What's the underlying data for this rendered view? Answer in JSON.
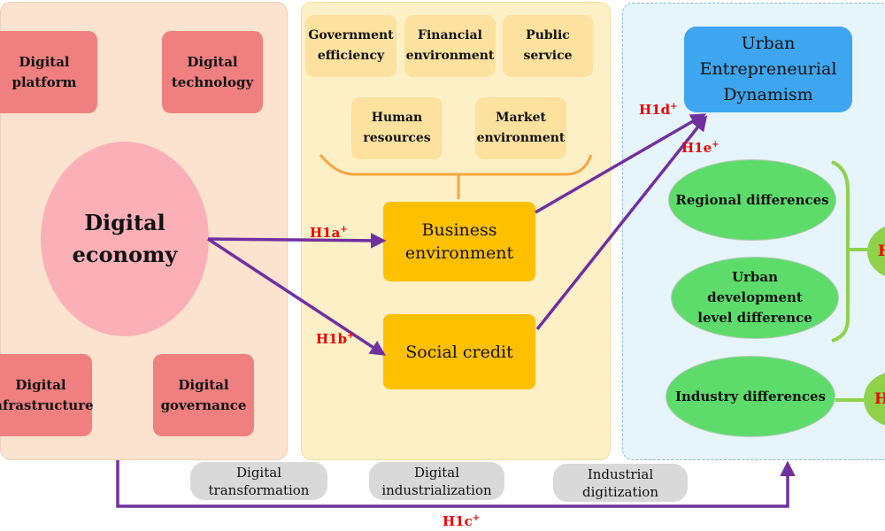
{
  "digital_economy": {
    "title": "Digital economy",
    "components": [
      "Digital platform",
      "Digital technology",
      "Digital infrastructure",
      "Digital governance"
    ]
  },
  "business_factors": [
    "Government efficiency",
    "Financial environment",
    "Public service",
    "Human resources",
    "Market environment"
  ],
  "mediators": {
    "business": "Business environment",
    "credit": "Social credit"
  },
  "outcome": "Urban Entrepreneurial Dynamism",
  "heterogeneity": [
    "Regional differences",
    "Urban development level difference",
    "Industry differences"
  ],
  "moderator_labels": [
    "H",
    "H"
  ],
  "pathways": [
    "Digital transformation",
    "Digital industrialization",
    "Industrial digitization"
  ],
  "hypotheses": {
    "a": "H1a",
    "b": "H1b",
    "c": "H1c",
    "d": "H1d",
    "e": "H1e",
    "sign": "+"
  },
  "colors": {
    "arrow": "#7030a0",
    "label": "#e00000"
  }
}
